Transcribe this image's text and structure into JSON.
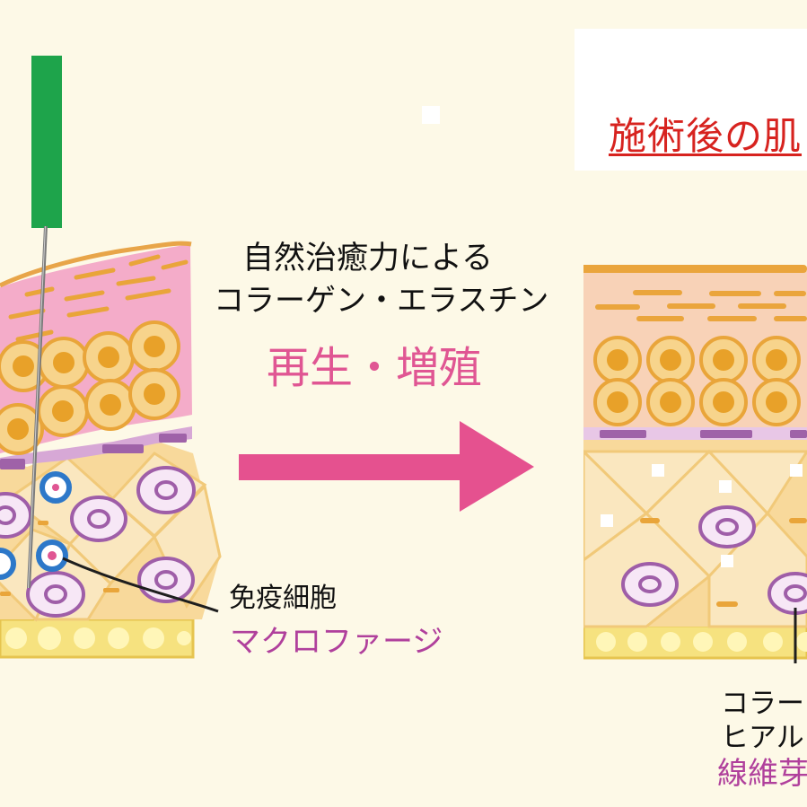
{
  "title": "施術後の肌",
  "process": {
    "line1": "自然治癒力による",
    "line2": "コラーゲン・エラスチン",
    "emphasis": "再生・増殖"
  },
  "left_label": {
    "line1": "免疫細胞",
    "line2": "マクロファージ"
  },
  "right_label": {
    "line1": "コラー",
    "line2": "ヒアルロ",
    "line3": "線維芽"
  },
  "colors": {
    "background": "#fdf9e7",
    "title_red": "#d7231f",
    "arrow_pink": "#e5518f",
    "needle_green": "#1ea44b",
    "cell_orange": "#efa436",
    "cell_fill": "#f7e1a6",
    "dermis_pink": "#f4acc9",
    "membrane_purple": "#9f62a8"
  }
}
